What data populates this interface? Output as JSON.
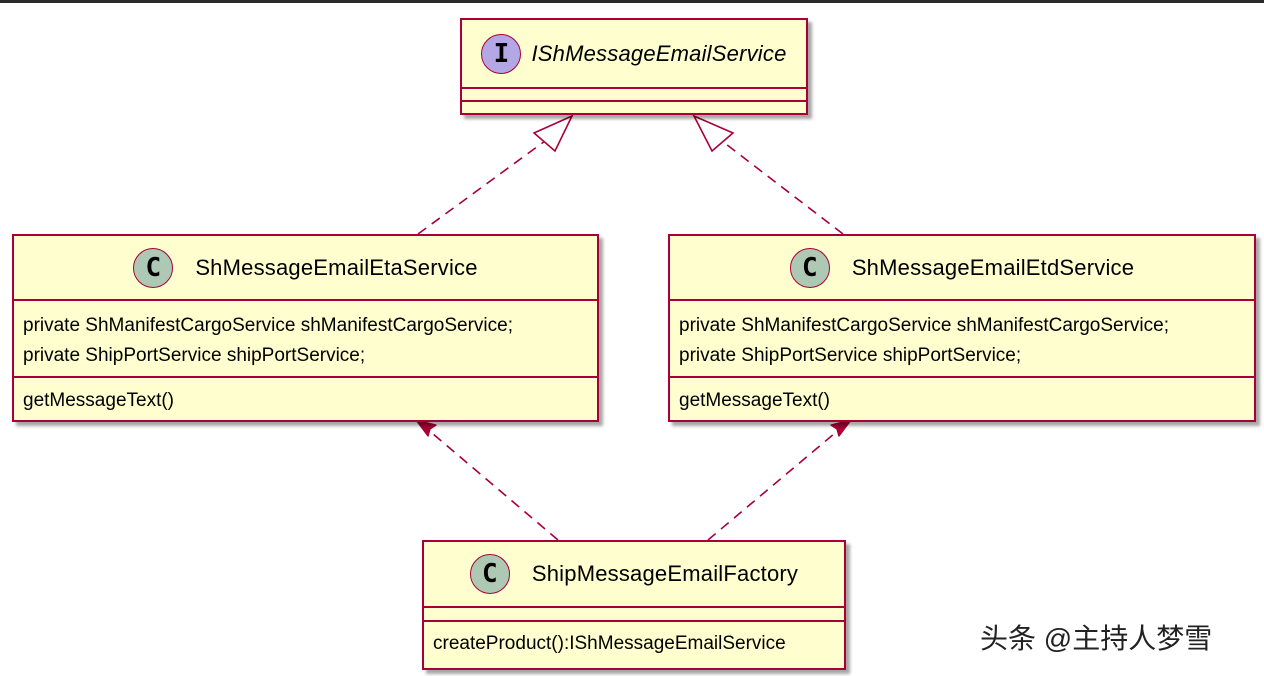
{
  "interface": {
    "badge": "I",
    "name": "IShMessageEmailService"
  },
  "eta_service": {
    "badge": "C",
    "name": "ShMessageEmailEtaService",
    "fields": [
      "private ShManifestCargoService shManifestCargoService;",
      "private ShipPortService shipPortService;"
    ],
    "methods": [
      "getMessageText()"
    ]
  },
  "etd_service": {
    "badge": "C",
    "name": "ShMessageEmailEtdService",
    "fields": [
      "private ShManifestCargoService shManifestCargoService;",
      "private ShipPortService shipPortService;"
    ],
    "methods": [
      "getMessageText()"
    ]
  },
  "factory": {
    "badge": "C",
    "name": "ShipMessageEmailFactory",
    "methods": [
      "createProduct():IShMessageEmailService"
    ]
  },
  "relations": [
    {
      "from": "ShMessageEmailEtaService",
      "to": "IShMessageEmailService",
      "type": "realization"
    },
    {
      "from": "ShMessageEmailEtdService",
      "to": "IShMessageEmailService",
      "type": "realization"
    },
    {
      "from": "ShipMessageEmailFactory",
      "to": "ShMessageEmailEtaService",
      "type": "dependency"
    },
    {
      "from": "ShipMessageEmailFactory",
      "to": "ShMessageEmailEtdService",
      "type": "dependency"
    }
  ],
  "colors": {
    "box_fill": "#fefece",
    "border": "#a80036",
    "class_badge": "#adc9b3",
    "interface_badge": "#b4a7e5"
  },
  "watermark": "头条 @主持人梦雪"
}
